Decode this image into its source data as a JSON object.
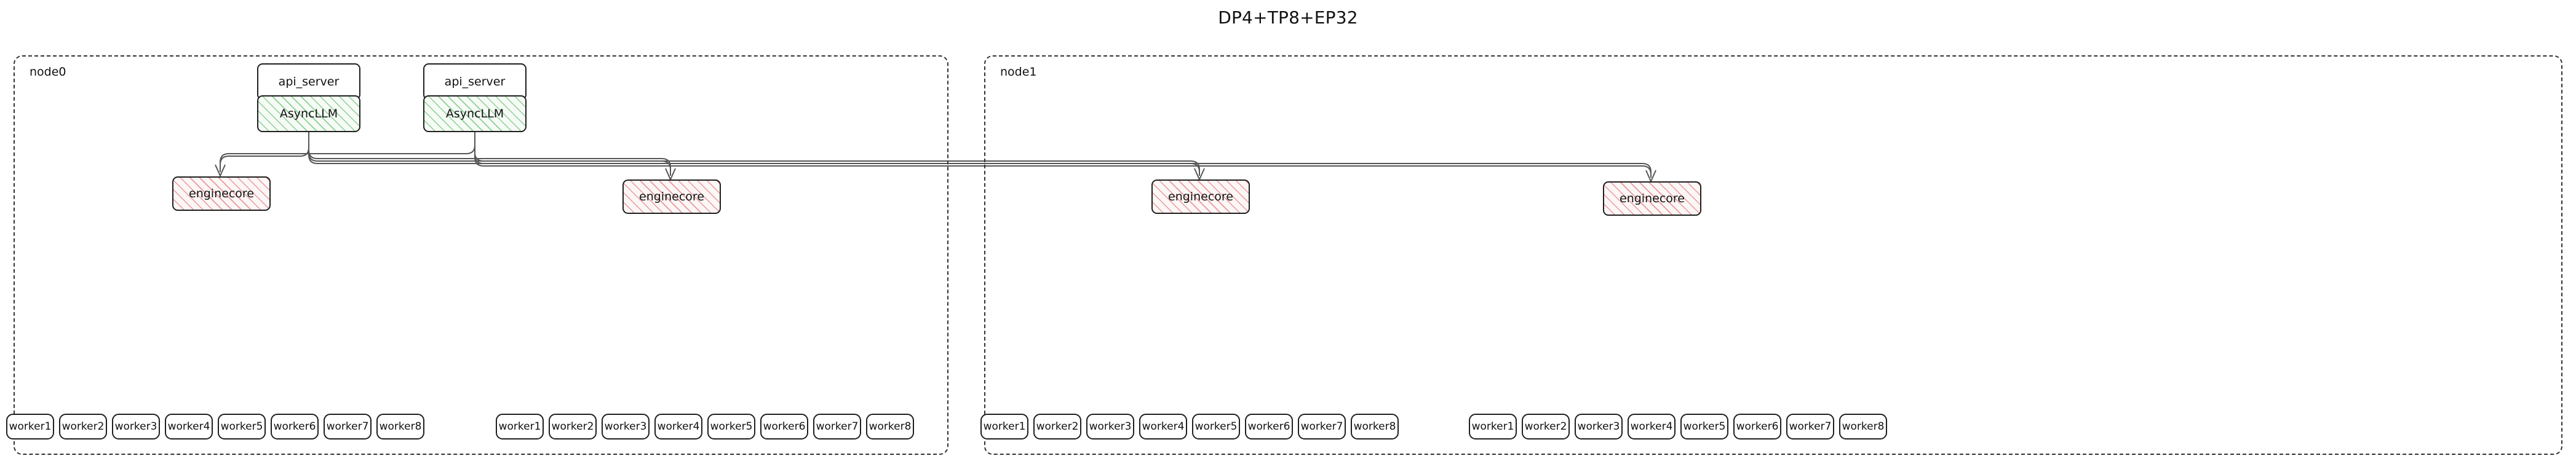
{
  "title": "DP4+TP8+EP32",
  "legend": {
    "hatch_green_color": "#78c882",
    "hatch_red_color": "#e28282",
    "cluster_border_color": "#333333",
    "box_border_color": "#1f1f1f",
    "edge_color": "#555555",
    "background": "#ffffff"
  },
  "clusters": [
    {
      "id": "node0",
      "label": "node0"
    },
    {
      "id": "node1",
      "label": "node1"
    }
  ],
  "nodes": {
    "api_servers": [
      {
        "id": "api_server_0",
        "label": "api_server",
        "cluster": "node0"
      },
      {
        "id": "api_server_1",
        "label": "api_server",
        "cluster": "node0"
      }
    ],
    "async_llms": [
      {
        "id": "asyncllm_0",
        "label": "AsyncLLM",
        "cluster": "node0",
        "style": "hatch-green"
      },
      {
        "id": "asyncllm_1",
        "label": "AsyncLLM",
        "cluster": "node0",
        "style": "hatch-green"
      }
    ],
    "enginecores": [
      {
        "id": "enginecore_0",
        "label": "enginecore",
        "cluster": "node0",
        "style": "hatch-red"
      },
      {
        "id": "enginecore_1",
        "label": "enginecore",
        "cluster": "node0",
        "style": "hatch-red"
      },
      {
        "id": "enginecore_2",
        "label": "enginecore",
        "cluster": "node1",
        "style": "hatch-red"
      },
      {
        "id": "enginecore_3",
        "label": "enginecore",
        "cluster": "node1",
        "style": "hatch-red"
      }
    ],
    "worker_groups": [
      {
        "id": "workers_group_0",
        "cluster": "node0",
        "workers": [
          "worker1",
          "worker2",
          "worker3",
          "worker4",
          "worker5",
          "worker6",
          "worker7",
          "worker8"
        ]
      },
      {
        "id": "workers_group_1",
        "cluster": "node0",
        "workers": [
          "worker1",
          "worker2",
          "worker3",
          "worker4",
          "worker5",
          "worker6",
          "worker7",
          "worker8"
        ]
      },
      {
        "id": "workers_group_2",
        "cluster": "node1",
        "workers": [
          "worker1",
          "worker2",
          "worker3",
          "worker4",
          "worker5",
          "worker6",
          "worker7",
          "worker8"
        ]
      },
      {
        "id": "workers_group_3",
        "cluster": "node1",
        "workers": [
          "worker1",
          "worker2",
          "worker3",
          "worker4",
          "worker5",
          "worker6",
          "worker7",
          "worker8"
        ]
      }
    ]
  },
  "edges": [
    {
      "from": "asyncllm_0",
      "to": "enginecore_0"
    },
    {
      "from": "asyncllm_0",
      "to": "enginecore_1"
    },
    {
      "from": "asyncllm_0",
      "to": "enginecore_2"
    },
    {
      "from": "asyncllm_0",
      "to": "enginecore_3"
    },
    {
      "from": "asyncllm_1",
      "to": "enginecore_0"
    },
    {
      "from": "asyncllm_1",
      "to": "enginecore_1"
    },
    {
      "from": "asyncllm_1",
      "to": "enginecore_2"
    },
    {
      "from": "asyncllm_1",
      "to": "enginecore_3"
    }
  ]
}
